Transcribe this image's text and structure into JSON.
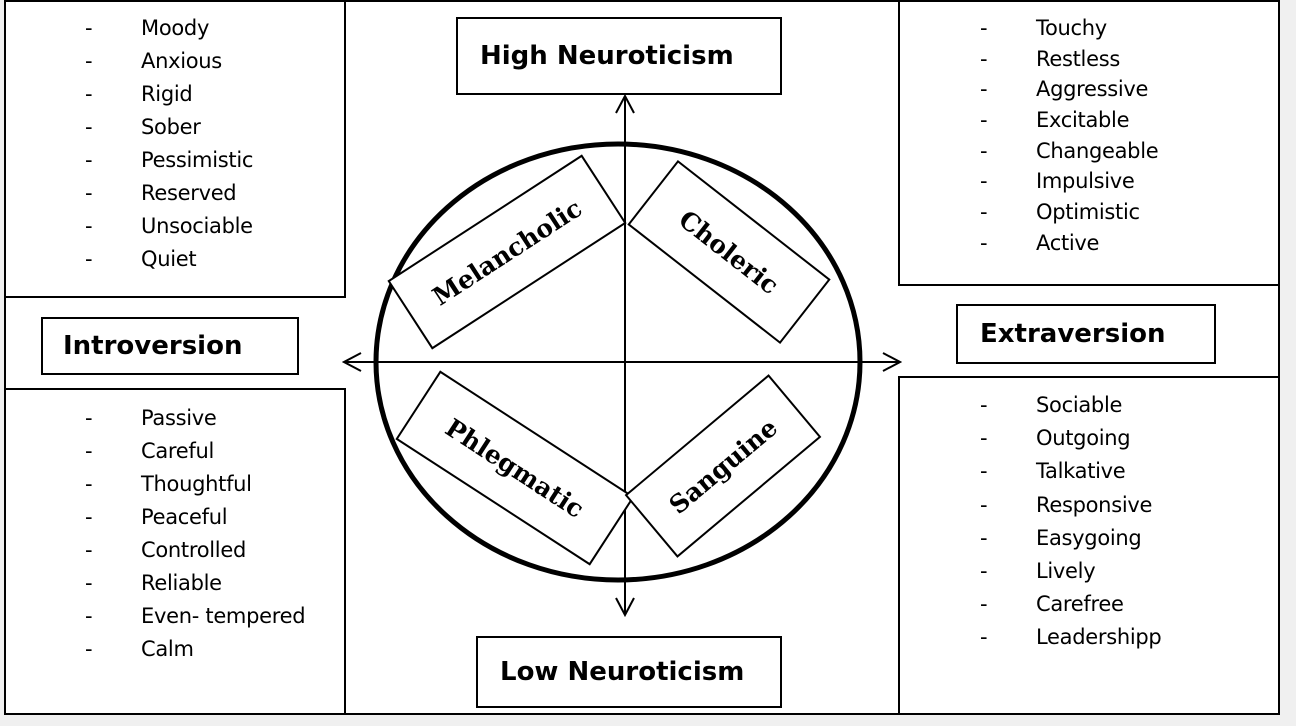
{
  "axes": {
    "top": "High Neuroticism",
    "bottom": "Low Neuroticism",
    "left": "Introversion",
    "right": "Extraversion"
  },
  "quadrants": {
    "top_left": "Melancholic",
    "top_right": "Choleric",
    "bottom_left": "Phlegmatic",
    "bottom_right": "Sanguine"
  },
  "traits": {
    "top_left": [
      "Moody",
      "Anxious",
      "Rigid",
      "Sober",
      "Pessimistic",
      "Reserved",
      "Unsociable",
      "Quiet"
    ],
    "top_right": [
      "Touchy",
      "Restless",
      "Aggressive",
      "Excitable",
      "Changeable",
      "Impulsive",
      "Optimistic",
      "Active"
    ],
    "bottom_left": [
      "Passive",
      "Careful",
      "Thoughtful",
      "Peaceful",
      "Controlled",
      "Reliable",
      "Even- tempered",
      "Calm"
    ],
    "bottom_right": [
      "Sociable",
      "Outgoing",
      "Talkative",
      "Responsive",
      "Easygoing",
      "Lively",
      "Carefree",
      "Leadershipp"
    ]
  },
  "list_bullet": "-"
}
